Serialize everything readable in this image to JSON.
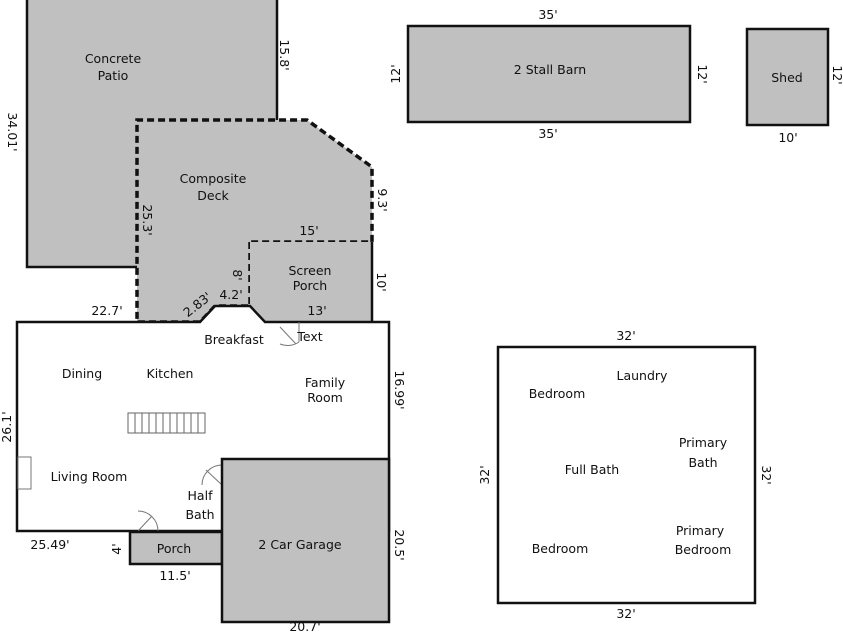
{
  "colors": {
    "structure_fill": "#c0c0c0",
    "line": "#111111",
    "background": "#ffffff"
  },
  "rooms": {
    "concrete_patio": [
      "Concrete",
      "Patio"
    ],
    "composite_deck": [
      "Composite",
      "Deck"
    ],
    "screen_porch": [
      "Screen",
      "Porch"
    ],
    "barn": "2 Stall Barn",
    "shed": "Shed",
    "breakfast": "Breakfast",
    "text_label": "Text",
    "dining": "Dining",
    "kitchen": "Kitchen",
    "family_room": [
      "Family",
      "Room"
    ],
    "living_room": "Living Room",
    "half_bath": [
      "Half",
      "Bath"
    ],
    "porch": "Porch",
    "garage": "2 Car Garage",
    "laundry": "Laundry",
    "bedroom_1": "Bedroom",
    "primary_bath": [
      "Primary",
      "Bath"
    ],
    "full_bath": "Full Bath",
    "bedroom_2": "Bedroom",
    "primary_bedroom": [
      "Primary",
      "Bedroom"
    ]
  },
  "dimensions": {
    "patio_right": "15.8'",
    "patio_left": "34.01'",
    "deck_left": "25.3'",
    "deck_right": "9.3'",
    "porch_top": "15'",
    "deck_8": "8'",
    "deck_42": "4.2'",
    "deck_283": "2.83'",
    "house_top_left": "22.7'",
    "screen_porch_bottom": "13'",
    "screen_porch_right": "10'",
    "barn_top": "35'",
    "barn_bottom": "35'",
    "barn_left": "12'",
    "barn_right": "12'",
    "shed_right": "12'",
    "shed_bottom": "10'",
    "house_right": "16.99'",
    "house_left": "26.1'",
    "house_bottom": "25.49'",
    "porch_left": "4'",
    "porch_bottom": "11.5'",
    "garage_right": "20.5'",
    "garage_bottom": "20.7'",
    "second_top": "32'",
    "second_bottom": "32'",
    "second_left": "32'",
    "second_right": "32'"
  }
}
